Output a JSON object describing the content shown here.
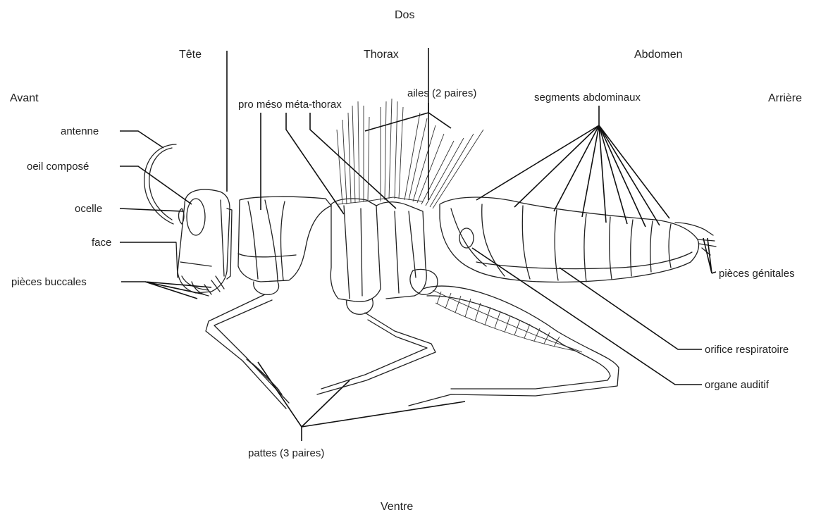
{
  "orientation": {
    "top": "Dos",
    "bottom": "Ventre",
    "left": "Avant",
    "right": "Arrière"
  },
  "regions": {
    "head": "Tête",
    "thorax": "Thorax",
    "abdomen": "Abdomen"
  },
  "labels": {
    "antenna": "antenne",
    "compound_eye": "oeil composé",
    "ocellus": "ocelle",
    "face": "face",
    "mouthparts": "pièces buccales",
    "thorax_segments": "pro méso méta-thorax",
    "wings": "ailes (2 paires)",
    "abdominal_segments": "segments abdominaux",
    "genitalia": "pièces génitales",
    "spiracle": "orifice respiratoire",
    "hearing_organ": "organe auditif",
    "legs": "pattes (3 paires)"
  },
  "colors": {
    "line": "#222222",
    "text": "#222222",
    "background": "#ffffff"
  }
}
